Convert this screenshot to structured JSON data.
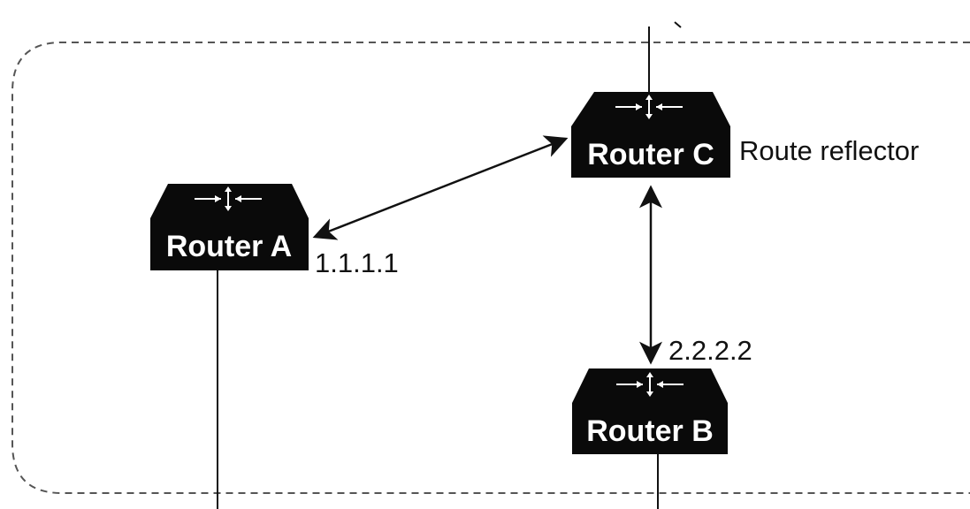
{
  "routers": {
    "a": {
      "label": "Router A",
      "address": "1.1.1.1"
    },
    "b": {
      "label": "Router B",
      "address": "2.2.2.2"
    },
    "c": {
      "label": "Router C",
      "role": "Route reflector"
    }
  },
  "colors": {
    "router_body": "#0a0a0a",
    "router_label": "#ffffff",
    "link": "#111111",
    "domain_border": "#555555",
    "background": "#ffffff"
  },
  "icons": {
    "router": "router-arrows-icon"
  }
}
